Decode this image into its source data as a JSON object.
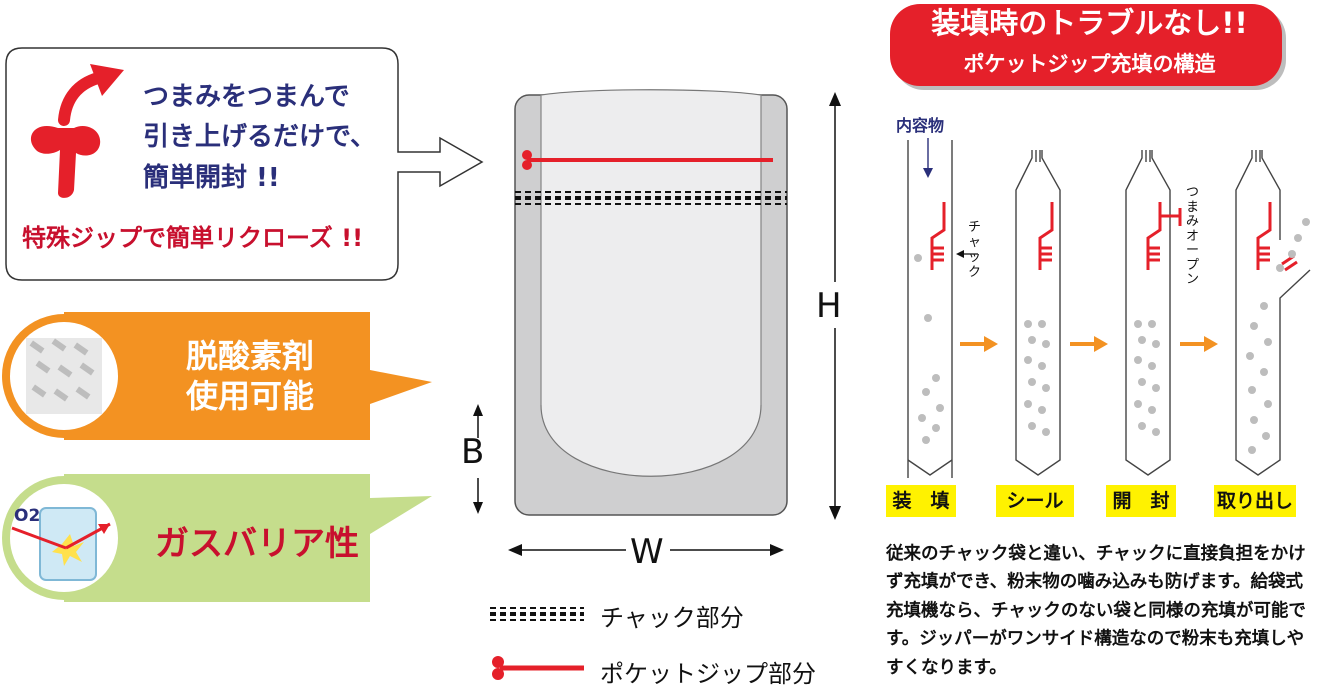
{
  "callout": {
    "line1": "つまみをつまんで",
    "line2": "引き上げるだけで、",
    "line3": "簡単開封 !!",
    "sub": "特殊ジップで簡単リクローズ !!"
  },
  "features": {
    "oxygen_absorber_line1": "脱酸素剤",
    "oxygen_absorber_line2": "使用可能",
    "gas_barrier": "ガスバリア性",
    "o2_label": "O2"
  },
  "dimensions": {
    "h": "H",
    "w": "W",
    "b": "B"
  },
  "legend": {
    "chuck": "チャック部分",
    "pocket_zip": "ポケットジップ部分"
  },
  "banner": {
    "title": "装填時のトラブルなし!!",
    "subtitle": "ポケットジップ充填の構造"
  },
  "diagram": {
    "contents_label": "内容物",
    "chuck_label": "チャック",
    "pinch_open_label": "つまみオープン",
    "stages": [
      "装　填",
      "シール",
      "開　封",
      "取り出し"
    ]
  },
  "description": "従来のチャック袋と違い、チャックに直接負担をかけず充填ができ、粉末物の噛み込みも防げます。給袋式充填機なら、チャックのない袋と同様の充填が可能です。ジッパーがワンサイド構造なので粉末も充填しやすくなります。",
  "colors": {
    "red": "#e5202a",
    "orange": "#f39222",
    "green": "#c5dd8c",
    "navy": "#2a2f7a",
    "yellow": "#fff200"
  }
}
